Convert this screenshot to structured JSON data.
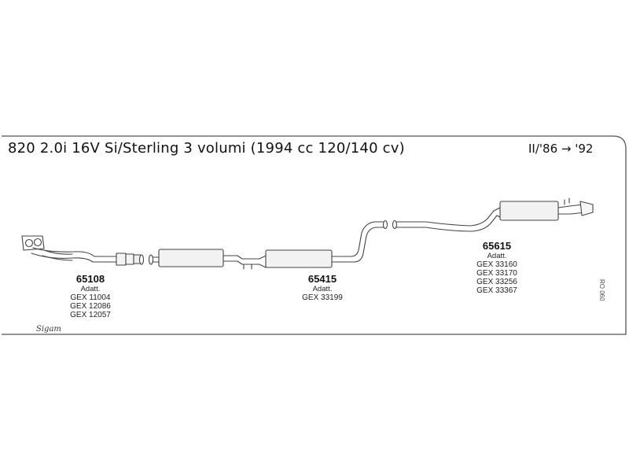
{
  "title": "820 2.0i 16V Si/Sterling 3 volumi (1994 cc 120/140 cv)",
  "years": "II/'86 → '92",
  "parts": [
    {
      "number": "65108",
      "adatt_label": "Adatt.",
      "codes": [
        "GEX 11004",
        "GEX 12086",
        "GEX 12057"
      ]
    },
    {
      "number": "65415",
      "adatt_label": "Adatt.",
      "codes": [
        "GEX 33199"
      ]
    },
    {
      "number": "65615",
      "adatt_label": "Adatt.",
      "codes": [
        "GEX 33160",
        "GEX 33170",
        "GEX 33256",
        "GEX 33367"
      ]
    }
  ],
  "brand": "Sigam",
  "ref_code": "RO 060"
}
